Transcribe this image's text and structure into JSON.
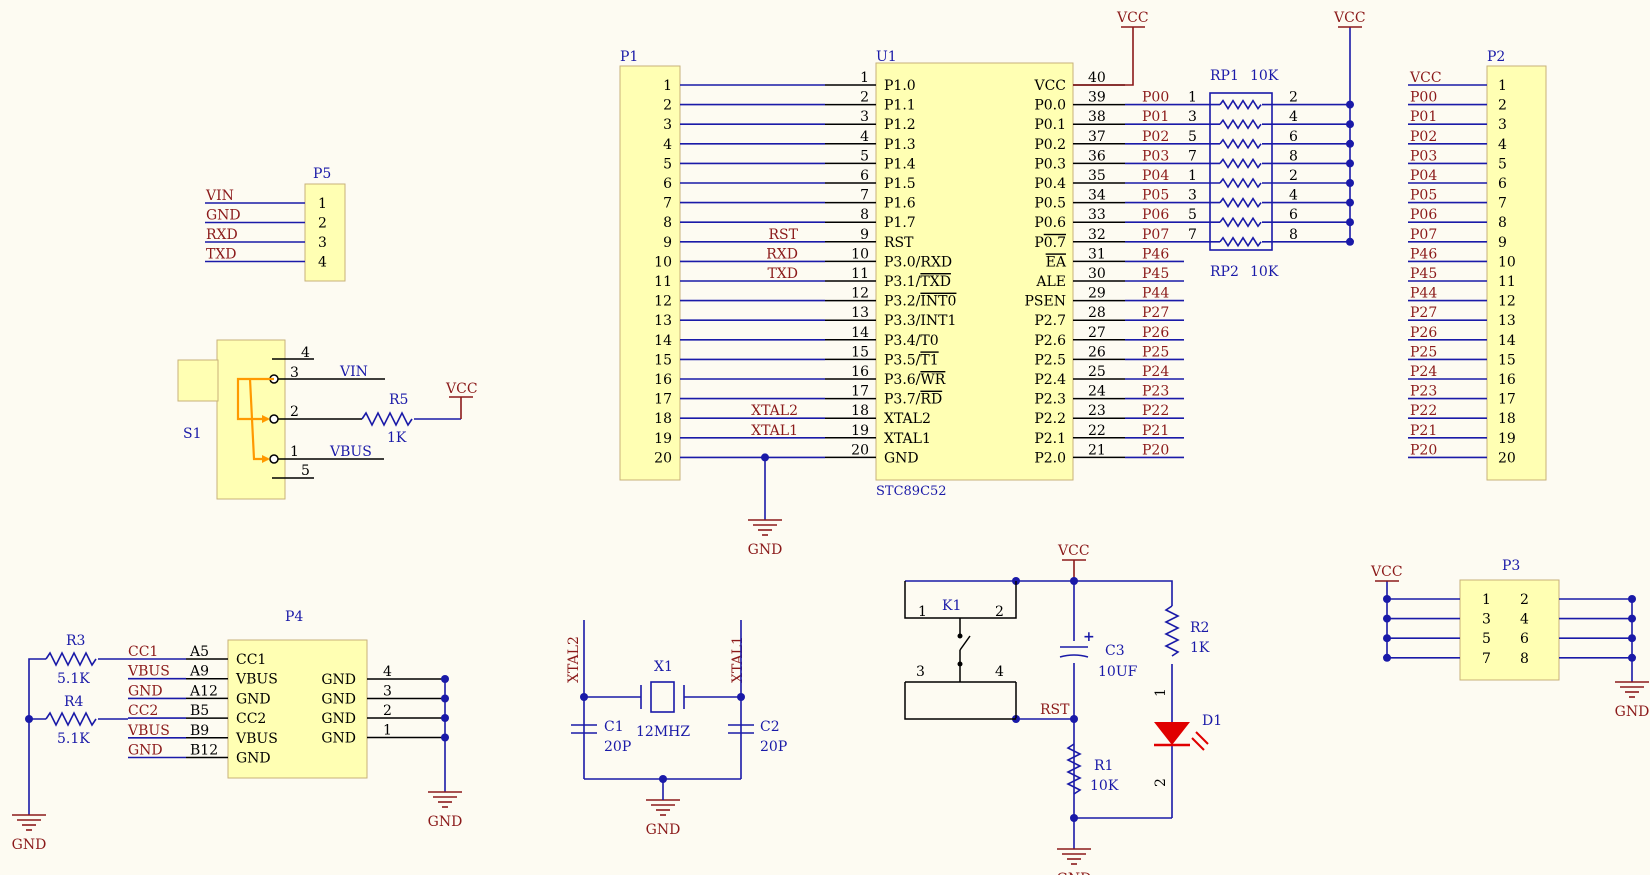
{
  "p1": {
    "ref": "P1",
    "pins": [
      "1",
      "2",
      "3",
      "4",
      "5",
      "6",
      "7",
      "8",
      "9",
      "10",
      "11",
      "12",
      "13",
      "14",
      "15",
      "16",
      "17",
      "18",
      "19",
      "20"
    ],
    "net_labels": [
      "RST",
      "RXD",
      "TXD",
      "XTAL2",
      "XTAL1"
    ]
  },
  "u1": {
    "ref": "U1",
    "part": "STC89C52",
    "left_nums": [
      "1",
      "2",
      "3",
      "4",
      "5",
      "6",
      "7",
      "8",
      "9",
      "10",
      "11",
      "12",
      "13",
      "14",
      "15",
      "16",
      "17",
      "18",
      "19",
      "20"
    ],
    "left_names": [
      "P1.0",
      "P1.1",
      "P1.2",
      "P1.3",
      "P1.4",
      "P1.5",
      "P1.6",
      "P1.7",
      "RST",
      "P3.0/RXD",
      "P3.1/TXD",
      "P3.2/INT0",
      "P3.3/INT1",
      "P3.4/T0",
      "P3.5/T1",
      "P3.6/WR",
      "P3.7/RD",
      "XTAL2",
      "XTAL1",
      "GND"
    ],
    "right_nums": [
      "40",
      "39",
      "38",
      "37",
      "36",
      "35",
      "34",
      "33",
      "32",
      "31",
      "30",
      "29",
      "28",
      "27",
      "26",
      "25",
      "24",
      "23",
      "22",
      "21"
    ],
    "right_names": [
      "VCC",
      "P0.0",
      "P0.1",
      "P0.2",
      "P0.3",
      "P0.4",
      "P0.5",
      "P0.6",
      "P0.7",
      "EA",
      "ALE",
      "PSEN",
      "P2.7",
      "P2.6",
      "P2.5",
      "P2.4",
      "P2.3",
      "P2.2",
      "P2.1",
      "P2.0"
    ],
    "right_nets": [
      "",
      "P00",
      "P01",
      "P02",
      "P03",
      "P04",
      "P05",
      "P06",
      "P07",
      "P46",
      "P45",
      "P44",
      "P27",
      "P26",
      "P25",
      "P24",
      "P23",
      "P22",
      "P21",
      "P20"
    ]
  },
  "rp": {
    "rp1_ref": "RP1",
    "rp1_val": "10K",
    "rp2_ref": "RP2",
    "rp2_val": "10K",
    "left_nums": [
      "1",
      "3",
      "5",
      "7",
      "1",
      "3",
      "5",
      "7"
    ],
    "right_nums": [
      "2",
      "4",
      "6",
      "8",
      "2",
      "4",
      "6",
      "8"
    ]
  },
  "p2": {
    "ref": "P2",
    "pins": [
      "1",
      "2",
      "3",
      "4",
      "5",
      "6",
      "7",
      "8",
      "9",
      "10",
      "11",
      "12",
      "13",
      "14",
      "15",
      "16",
      "17",
      "18",
      "19",
      "20"
    ],
    "nets": [
      "VCC",
      "P00",
      "P01",
      "P02",
      "P03",
      "P04",
      "P05",
      "P06",
      "P07",
      "P46",
      "P45",
      "P44",
      "P27",
      "P26",
      "P25",
      "P24",
      "P23",
      "P22",
      "P21",
      "P20"
    ]
  },
  "p5": {
    "ref": "P5",
    "pins": [
      "1",
      "2",
      "3",
      "4"
    ],
    "nets": [
      "VIN",
      "GND",
      "RXD",
      "TXD"
    ]
  },
  "s1": {
    "ref": "S1",
    "pins": [
      "4",
      "3",
      "2",
      "1",
      "5"
    ],
    "vin": "VIN",
    "vbus": "VBUS",
    "r5_ref": "R5",
    "r5_val": "1K",
    "vcc": "VCC"
  },
  "p4": {
    "ref": "P4",
    "left_names": [
      "CC1",
      "VBUS",
      "GND",
      "CC2",
      "VBUS",
      "GND"
    ],
    "left_nums": [
      "A5",
      "A9",
      "A12",
      "B5",
      "B9",
      "B12"
    ],
    "left_nets": [
      "CC1",
      "VBUS",
      "GND",
      "CC2",
      "VBUS",
      "GND"
    ],
    "right_names": [
      "GND",
      "GND",
      "GND",
      "GND"
    ],
    "right_nums": [
      "4",
      "3",
      "2",
      "1"
    ],
    "r3_ref": "R3",
    "r3_val": "5.1K",
    "r4_ref": "R4",
    "r4_val": "5.1K"
  },
  "osc": {
    "x1_ref": "X1",
    "x1_val": "12MHZ",
    "c1_ref": "C1",
    "c1_val": "20P",
    "c2_ref": "C2",
    "c2_val": "20P",
    "xtal2": "XTAL2",
    "xtal1": "XTAL1"
  },
  "reset": {
    "vcc": "VCC",
    "k1_ref": "K1",
    "k1_pins": [
      "1",
      "2",
      "3",
      "4"
    ],
    "c3_ref": "C3",
    "c3_val": "10UF",
    "c3_plus": "+",
    "rst": "RST",
    "r1_ref": "R1",
    "r1_val": "10K",
    "r2_ref": "R2",
    "r2_val": "1K",
    "d1_ref": "D1",
    "d1_pins": [
      "1",
      "2"
    ]
  },
  "p3": {
    "ref": "P3",
    "left": [
      "1",
      "3",
      "5",
      "7"
    ],
    "right": [
      "2",
      "4",
      "6",
      "8"
    ],
    "vcc": "VCC"
  },
  "labels": {
    "vcc": "VCC",
    "gnd": "GND"
  },
  "colors": {
    "body_fill": "#ffffb3",
    "wire": "#1a1aa8",
    "power": "#8b1a1a",
    "switch_highlight": "#ff9900",
    "led": "#e00000"
  }
}
